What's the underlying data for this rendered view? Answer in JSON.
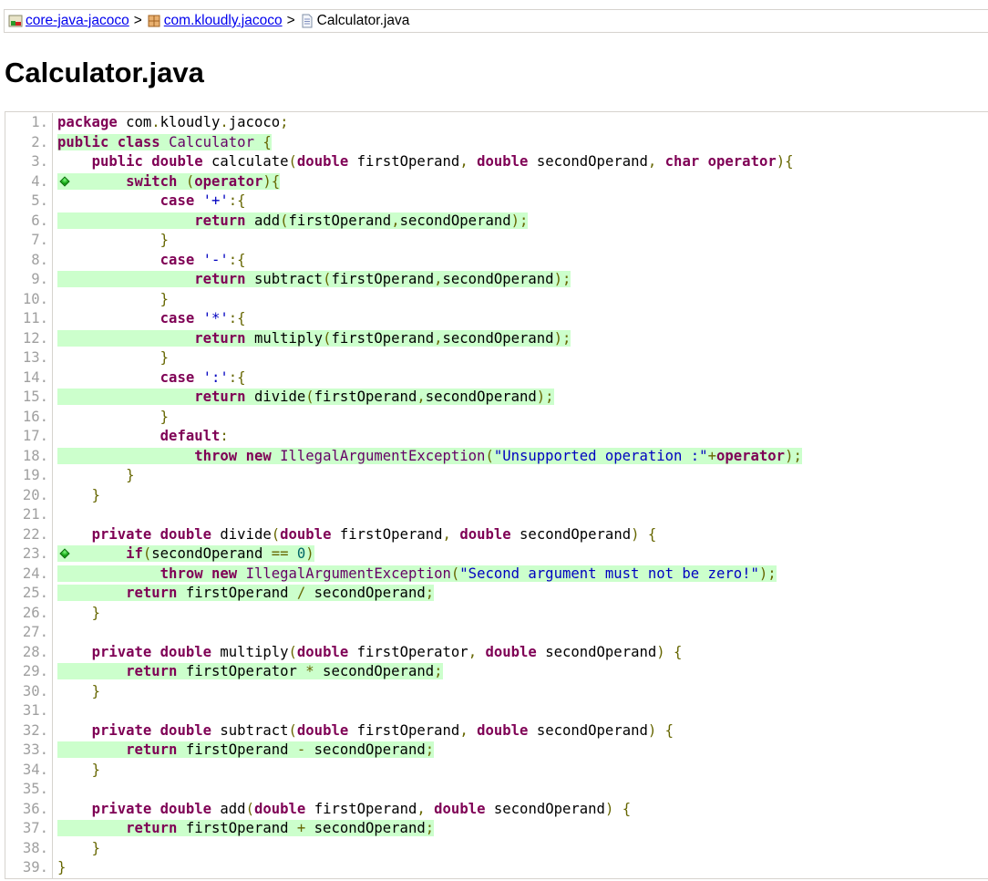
{
  "breadcrumb": [
    {
      "label": "core-java-jacoco",
      "icon": "report-icon",
      "link": true
    },
    {
      "label": "com.kloudly.jacoco",
      "icon": "package-icon",
      "link": true
    },
    {
      "label": "Calculator.java",
      "icon": "source-file-icon",
      "link": false
    }
  ],
  "separator": ">",
  "title": "Calculator.java",
  "colors": {
    "covered": "#ccffcc",
    "keyword": "#7f0055",
    "punctuation": "#666600",
    "string": "#0000c0",
    "type": "#660066"
  },
  "code": {
    "lines": [
      {
        "n": "1.",
        "cov": "",
        "tok": [
          [
            "k",
            "package"
          ],
          [
            "x",
            " com"
          ],
          [
            "p",
            "."
          ],
          [
            "x",
            "kloudly"
          ],
          [
            "p",
            "."
          ],
          [
            "x",
            "jacoco"
          ],
          [
            "p",
            ";"
          ]
        ]
      },
      {
        "n": "2.",
        "cov": "fc",
        "tok": [
          [
            "k",
            "public"
          ],
          [
            "x",
            " "
          ],
          [
            "k",
            "class"
          ],
          [
            "x",
            " "
          ],
          [
            "t",
            "Calculator"
          ],
          [
            "x",
            " "
          ],
          [
            "p",
            "{"
          ]
        ]
      },
      {
        "n": "3.",
        "cov": "",
        "tok": [
          [
            "x",
            "    "
          ],
          [
            "k",
            "public"
          ],
          [
            "x",
            " "
          ],
          [
            "k",
            "double"
          ],
          [
            "x",
            " calculate"
          ],
          [
            "p",
            "("
          ],
          [
            "k",
            "double"
          ],
          [
            "x",
            " firstOperand"
          ],
          [
            "p",
            ","
          ],
          [
            "x",
            " "
          ],
          [
            "k",
            "double"
          ],
          [
            "x",
            " secondOperand"
          ],
          [
            "p",
            ","
          ],
          [
            "x",
            " "
          ],
          [
            "k",
            "char"
          ],
          [
            "x",
            " "
          ],
          [
            "k",
            "operator"
          ],
          [
            "p",
            "){"
          ]
        ]
      },
      {
        "n": "4.",
        "cov": "fc",
        "branch": true,
        "tok": [
          [
            "x",
            "        "
          ],
          [
            "k",
            "switch"
          ],
          [
            "x",
            " "
          ],
          [
            "p",
            "("
          ],
          [
            "k",
            "operator"
          ],
          [
            "p",
            "){"
          ]
        ]
      },
      {
        "n": "5.",
        "cov": "",
        "tok": [
          [
            "x",
            "            "
          ],
          [
            "k",
            "case"
          ],
          [
            "x",
            " "
          ],
          [
            "s",
            "'+'"
          ],
          [
            "p",
            ":{"
          ]
        ]
      },
      {
        "n": "6.",
        "cov": "fc",
        "tok": [
          [
            "x",
            "                "
          ],
          [
            "k",
            "return"
          ],
          [
            "x",
            " add"
          ],
          [
            "p",
            "("
          ],
          [
            "x",
            "firstOperand"
          ],
          [
            "p",
            ","
          ],
          [
            "x",
            "secondOperand"
          ],
          [
            "p",
            ");"
          ]
        ]
      },
      {
        "n": "7.",
        "cov": "",
        "tok": [
          [
            "x",
            "            "
          ],
          [
            "p",
            "}"
          ]
        ]
      },
      {
        "n": "8.",
        "cov": "",
        "tok": [
          [
            "x",
            "            "
          ],
          [
            "k",
            "case"
          ],
          [
            "x",
            " "
          ],
          [
            "s",
            "'-'"
          ],
          [
            "p",
            ":{"
          ]
        ]
      },
      {
        "n": "9.",
        "cov": "fc",
        "tok": [
          [
            "x",
            "                "
          ],
          [
            "k",
            "return"
          ],
          [
            "x",
            " subtract"
          ],
          [
            "p",
            "("
          ],
          [
            "x",
            "firstOperand"
          ],
          [
            "p",
            ","
          ],
          [
            "x",
            "secondOperand"
          ],
          [
            "p",
            ");"
          ]
        ]
      },
      {
        "n": "10.",
        "cov": "",
        "tok": [
          [
            "x",
            "            "
          ],
          [
            "p",
            "}"
          ]
        ]
      },
      {
        "n": "11.",
        "cov": "",
        "tok": [
          [
            "x",
            "            "
          ],
          [
            "k",
            "case"
          ],
          [
            "x",
            " "
          ],
          [
            "s",
            "'*'"
          ],
          [
            "p",
            ":{"
          ]
        ]
      },
      {
        "n": "12.",
        "cov": "fc",
        "tok": [
          [
            "x",
            "                "
          ],
          [
            "k",
            "return"
          ],
          [
            "x",
            " multiply"
          ],
          [
            "p",
            "("
          ],
          [
            "x",
            "firstOperand"
          ],
          [
            "p",
            ","
          ],
          [
            "x",
            "secondOperand"
          ],
          [
            "p",
            ");"
          ]
        ]
      },
      {
        "n": "13.",
        "cov": "",
        "tok": [
          [
            "x",
            "            "
          ],
          [
            "p",
            "}"
          ]
        ]
      },
      {
        "n": "14.",
        "cov": "",
        "tok": [
          [
            "x",
            "            "
          ],
          [
            "k",
            "case"
          ],
          [
            "x",
            " "
          ],
          [
            "s",
            "':'"
          ],
          [
            "p",
            ":{"
          ]
        ]
      },
      {
        "n": "15.",
        "cov": "fc",
        "tok": [
          [
            "x",
            "                "
          ],
          [
            "k",
            "return"
          ],
          [
            "x",
            " divide"
          ],
          [
            "p",
            "("
          ],
          [
            "x",
            "firstOperand"
          ],
          [
            "p",
            ","
          ],
          [
            "x",
            "secondOperand"
          ],
          [
            "p",
            ");"
          ]
        ]
      },
      {
        "n": "16.",
        "cov": "",
        "tok": [
          [
            "x",
            "            "
          ],
          [
            "p",
            "}"
          ]
        ]
      },
      {
        "n": "17.",
        "cov": "",
        "tok": [
          [
            "x",
            "            "
          ],
          [
            "k",
            "default"
          ],
          [
            "p",
            ":"
          ]
        ]
      },
      {
        "n": "18.",
        "cov": "fc",
        "tok": [
          [
            "x",
            "                "
          ],
          [
            "k",
            "throw"
          ],
          [
            "x",
            " "
          ],
          [
            "k",
            "new"
          ],
          [
            "x",
            " "
          ],
          [
            "t",
            "IllegalArgumentException"
          ],
          [
            "p",
            "("
          ],
          [
            "s",
            "\"Unsupported operation :\""
          ],
          [
            "p",
            "+"
          ],
          [
            "k",
            "operator"
          ],
          [
            "p",
            ");"
          ]
        ]
      },
      {
        "n": "19.",
        "cov": "",
        "tok": [
          [
            "x",
            "        "
          ],
          [
            "p",
            "}"
          ]
        ]
      },
      {
        "n": "20.",
        "cov": "",
        "tok": [
          [
            "x",
            "    "
          ],
          [
            "p",
            "}"
          ]
        ]
      },
      {
        "n": "21.",
        "cov": "",
        "tok": []
      },
      {
        "n": "22.",
        "cov": "",
        "tok": [
          [
            "x",
            "    "
          ],
          [
            "k",
            "private"
          ],
          [
            "x",
            " "
          ],
          [
            "k",
            "double"
          ],
          [
            "x",
            " divide"
          ],
          [
            "p",
            "("
          ],
          [
            "k",
            "double"
          ],
          [
            "x",
            " firstOperand"
          ],
          [
            "p",
            ","
          ],
          [
            "x",
            " "
          ],
          [
            "k",
            "double"
          ],
          [
            "x",
            " secondOperand"
          ],
          [
            "p",
            ")"
          ],
          [
            "x",
            " "
          ],
          [
            "p",
            "{"
          ]
        ]
      },
      {
        "n": "23.",
        "cov": "fc",
        "branch": true,
        "tok": [
          [
            "x",
            "        "
          ],
          [
            "k",
            "if"
          ],
          [
            "p",
            "("
          ],
          [
            "x",
            "secondOperand "
          ],
          [
            "p",
            "=="
          ],
          [
            "x",
            " "
          ],
          [
            "n",
            "0"
          ],
          [
            "p",
            ")"
          ]
        ]
      },
      {
        "n": "24.",
        "cov": "fc",
        "tok": [
          [
            "x",
            "            "
          ],
          [
            "k",
            "throw"
          ],
          [
            "x",
            " "
          ],
          [
            "k",
            "new"
          ],
          [
            "x",
            " "
          ],
          [
            "t",
            "IllegalArgumentException"
          ],
          [
            "p",
            "("
          ],
          [
            "s",
            "\"Second argument must not be zero!\""
          ],
          [
            "p",
            ");"
          ]
        ]
      },
      {
        "n": "25.",
        "cov": "fc",
        "tok": [
          [
            "x",
            "        "
          ],
          [
            "k",
            "return"
          ],
          [
            "x",
            " firstOperand "
          ],
          [
            "p",
            "/"
          ],
          [
            "x",
            " secondOperand"
          ],
          [
            "p",
            ";"
          ]
        ]
      },
      {
        "n": "26.",
        "cov": "",
        "tok": [
          [
            "x",
            "    "
          ],
          [
            "p",
            "}"
          ]
        ]
      },
      {
        "n": "27.",
        "cov": "",
        "tok": []
      },
      {
        "n": "28.",
        "cov": "",
        "tok": [
          [
            "x",
            "    "
          ],
          [
            "k",
            "private"
          ],
          [
            "x",
            " "
          ],
          [
            "k",
            "double"
          ],
          [
            "x",
            " multiply"
          ],
          [
            "p",
            "("
          ],
          [
            "k",
            "double"
          ],
          [
            "x",
            " firstOperator"
          ],
          [
            "p",
            ","
          ],
          [
            "x",
            " "
          ],
          [
            "k",
            "double"
          ],
          [
            "x",
            " secondOperand"
          ],
          [
            "p",
            ")"
          ],
          [
            "x",
            " "
          ],
          [
            "p",
            "{"
          ]
        ]
      },
      {
        "n": "29.",
        "cov": "fc",
        "tok": [
          [
            "x",
            "        "
          ],
          [
            "k",
            "return"
          ],
          [
            "x",
            " firstOperator "
          ],
          [
            "p",
            "*"
          ],
          [
            "x",
            " secondOperand"
          ],
          [
            "p",
            ";"
          ]
        ]
      },
      {
        "n": "30.",
        "cov": "",
        "tok": [
          [
            "x",
            "    "
          ],
          [
            "p",
            "}"
          ]
        ]
      },
      {
        "n": "31.",
        "cov": "",
        "tok": []
      },
      {
        "n": "32.",
        "cov": "",
        "tok": [
          [
            "x",
            "    "
          ],
          [
            "k",
            "private"
          ],
          [
            "x",
            " "
          ],
          [
            "k",
            "double"
          ],
          [
            "x",
            " subtract"
          ],
          [
            "p",
            "("
          ],
          [
            "k",
            "double"
          ],
          [
            "x",
            " firstOperand"
          ],
          [
            "p",
            ","
          ],
          [
            "x",
            " "
          ],
          [
            "k",
            "double"
          ],
          [
            "x",
            " secondOperand"
          ],
          [
            "p",
            ")"
          ],
          [
            "x",
            " "
          ],
          [
            "p",
            "{"
          ]
        ]
      },
      {
        "n": "33.",
        "cov": "fc",
        "tok": [
          [
            "x",
            "        "
          ],
          [
            "k",
            "return"
          ],
          [
            "x",
            " firstOperand "
          ],
          [
            "p",
            "-"
          ],
          [
            "x",
            " secondOperand"
          ],
          [
            "p",
            ";"
          ]
        ]
      },
      {
        "n": "34.",
        "cov": "",
        "tok": [
          [
            "x",
            "    "
          ],
          [
            "p",
            "}"
          ]
        ]
      },
      {
        "n": "35.",
        "cov": "",
        "tok": []
      },
      {
        "n": "36.",
        "cov": "",
        "tok": [
          [
            "x",
            "    "
          ],
          [
            "k",
            "private"
          ],
          [
            "x",
            " "
          ],
          [
            "k",
            "double"
          ],
          [
            "x",
            " add"
          ],
          [
            "p",
            "("
          ],
          [
            "k",
            "double"
          ],
          [
            "x",
            " firstOperand"
          ],
          [
            "p",
            ","
          ],
          [
            "x",
            " "
          ],
          [
            "k",
            "double"
          ],
          [
            "x",
            " secondOperand"
          ],
          [
            "p",
            ")"
          ],
          [
            "x",
            " "
          ],
          [
            "p",
            "{"
          ]
        ]
      },
      {
        "n": "37.",
        "cov": "fc",
        "tok": [
          [
            "x",
            "        "
          ],
          [
            "k",
            "return"
          ],
          [
            "x",
            " firstOperand "
          ],
          [
            "p",
            "+"
          ],
          [
            "x",
            " secondOperand"
          ],
          [
            "p",
            ";"
          ]
        ]
      },
      {
        "n": "38.",
        "cov": "",
        "tok": [
          [
            "x",
            "    "
          ],
          [
            "p",
            "}"
          ]
        ]
      },
      {
        "n": "39.",
        "cov": "",
        "tok": [
          [
            "p",
            "}"
          ]
        ]
      }
    ]
  }
}
